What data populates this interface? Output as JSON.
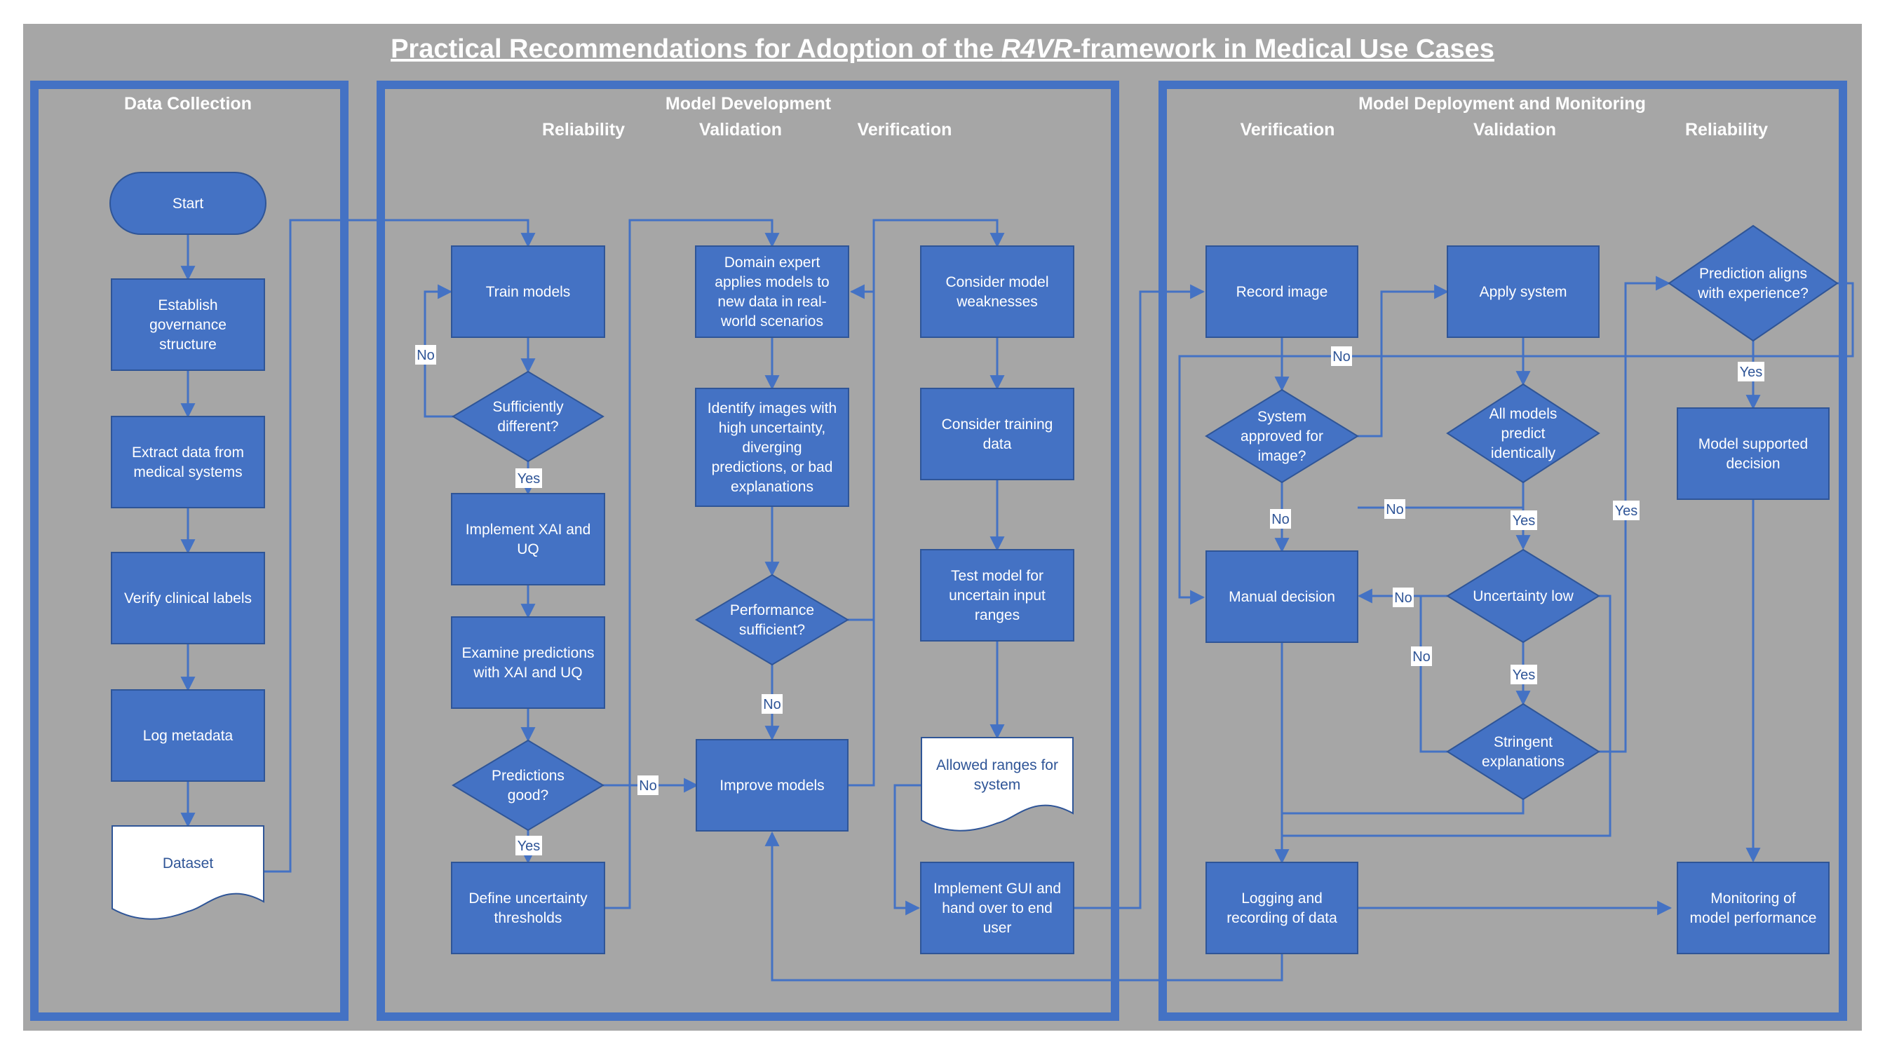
{
  "title": {
    "prefix": "Practical Recommendations for Adoption of the ",
    "italic": "R4VR",
    "suffix": "-framework in Medical Use Cases"
  },
  "lanes": [
    {
      "id": "data",
      "title": "Data Collection",
      "phases": []
    },
    {
      "id": "dev",
      "title": "Model Development",
      "phases": [
        "Reliability",
        "Validation",
        "Verification"
      ]
    },
    {
      "id": "deploy",
      "title": "Model Deployment and Monitoring",
      "phases": [
        "Verification",
        "Validation",
        "Reliability"
      ]
    }
  ],
  "nodes": {
    "start": [
      "Start"
    ],
    "gov": [
      "Establish",
      "governance",
      "structure"
    ],
    "extract": [
      "Extract data from",
      "medical systems"
    ],
    "verify": [
      "Verify clinical labels"
    ],
    "log": [
      "Log metadata"
    ],
    "dataset": [
      "Dataset"
    ],
    "train": [
      "Train models"
    ],
    "suffdiff": [
      "Sufficiently",
      "different?"
    ],
    "xai": [
      "Implement XAI and",
      "UQ"
    ],
    "examine": [
      "Examine predictions",
      "with XAI and UQ"
    ],
    "predgood": [
      "Predictions",
      "good?"
    ],
    "thresh": [
      "Define uncertainty",
      "thresholds"
    ],
    "domain": [
      "Domain expert",
      "applies models to",
      "new data in real-",
      "world scenarios"
    ],
    "identify": [
      "Identify images with",
      "high uncertainty,",
      "diverging",
      "predictions, or bad",
      "explanations"
    ],
    "perf": [
      "Performance",
      "sufficient?"
    ],
    "improve": [
      "Improve models"
    ],
    "weak": [
      "Consider model",
      "weaknesses"
    ],
    "traindata": [
      "Consider training",
      "data"
    ],
    "testmodel": [
      "Test model for",
      "uncertain input",
      "ranges"
    ],
    "allowed": [
      "Allowed ranges for",
      "system"
    ],
    "gui": [
      "Implement GUI and",
      "hand over to end",
      "user"
    ],
    "record": [
      "Record image"
    ],
    "sysappr": [
      "System",
      "approved for",
      "image?"
    ],
    "manual": [
      "Manual decision"
    ],
    "logging": [
      "Logging and",
      "recording of data"
    ],
    "apply": [
      "Apply system"
    ],
    "allmodels": [
      "All models",
      "predict",
      "identically"
    ],
    "unclow": [
      "Uncertainty low"
    ],
    "stringent": [
      "Stringent",
      "explanations"
    ],
    "predaligns": [
      "Prediction aligns",
      "with experience?"
    ],
    "supported": [
      "Model supported",
      "decision"
    ],
    "monitor": [
      "Monitoring of",
      "model performance"
    ]
  },
  "edge_labels": {
    "yes": "Yes",
    "no": "No"
  },
  "colors": {
    "background": "#a6a6a6",
    "node_fill": "#4472c4",
    "node_stroke": "#2f5597",
    "lane_border": "#4472c4",
    "connector": "#4472c4",
    "document_fill": "#ffffff"
  }
}
